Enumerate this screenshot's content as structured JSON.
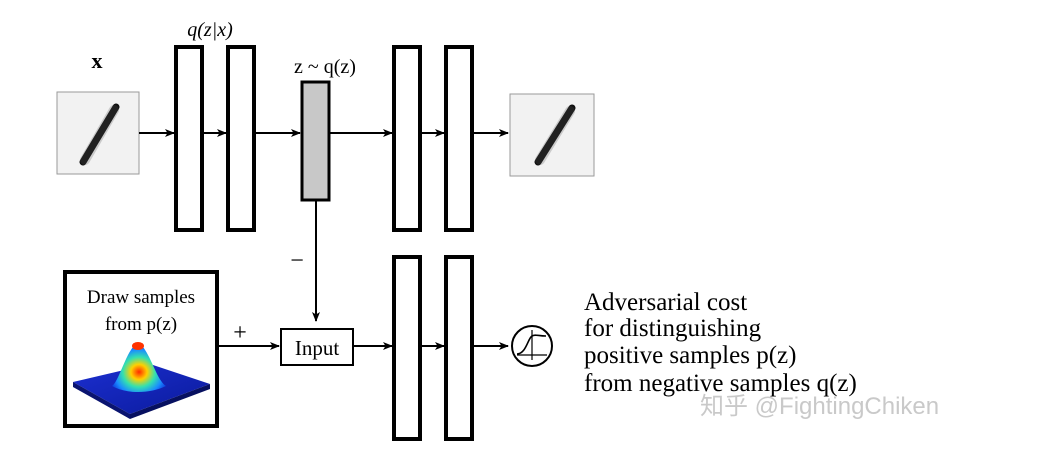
{
  "input_label": "x",
  "encoder_label": "q(z|x)",
  "latent_label": "z ~ q(z)",
  "minus_sign": "−",
  "plus_sign": "+",
  "prior_box": {
    "line1": "Draw samples",
    "line2": "from p(z)"
  },
  "input_node_label": "Input",
  "adversarial_text": [
    "Adversarial cost",
    "for distinguishing",
    "positive samples p(z)",
    "from negative samples q(z)"
  ],
  "watermark": "知乎 @FightingChiken",
  "colors": {
    "stroke": "#000000",
    "latent_fill": "#c8c8c8",
    "watermark": "#bfbfbf"
  },
  "icons": {
    "sigmoid": "sigmoid-icon",
    "digit": "digit-one-image",
    "prior_surface": "gaussian-surface-image"
  }
}
